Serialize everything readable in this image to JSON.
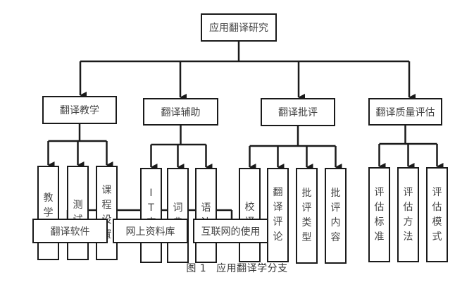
{
  "diagram": {
    "root": "应用翻译研究",
    "branches": [
      {
        "label": "翻译教学",
        "children": [
          "教学法",
          "测试",
          "课程设置"
        ]
      },
      {
        "label": "翻译辅助",
        "children": [
          "IT应用",
          "词典",
          "语法"
        ],
        "grandchildren": [
          "翻译软件",
          "网上资料库",
          "互联网的使用"
        ]
      },
      {
        "label": "翻译批评",
        "children": [
          "校译",
          "翻译评论",
          "批评类型",
          "批评内容"
        ]
      },
      {
        "label": "翻译质量评估",
        "children": [
          "评估标准",
          "评估方法",
          "评估模式"
        ]
      }
    ]
  },
  "caption": {
    "number": "图 1",
    "text": "应用翻译学分支"
  },
  "colors": {
    "line": "#1a1a1a",
    "text": "#444444"
  }
}
